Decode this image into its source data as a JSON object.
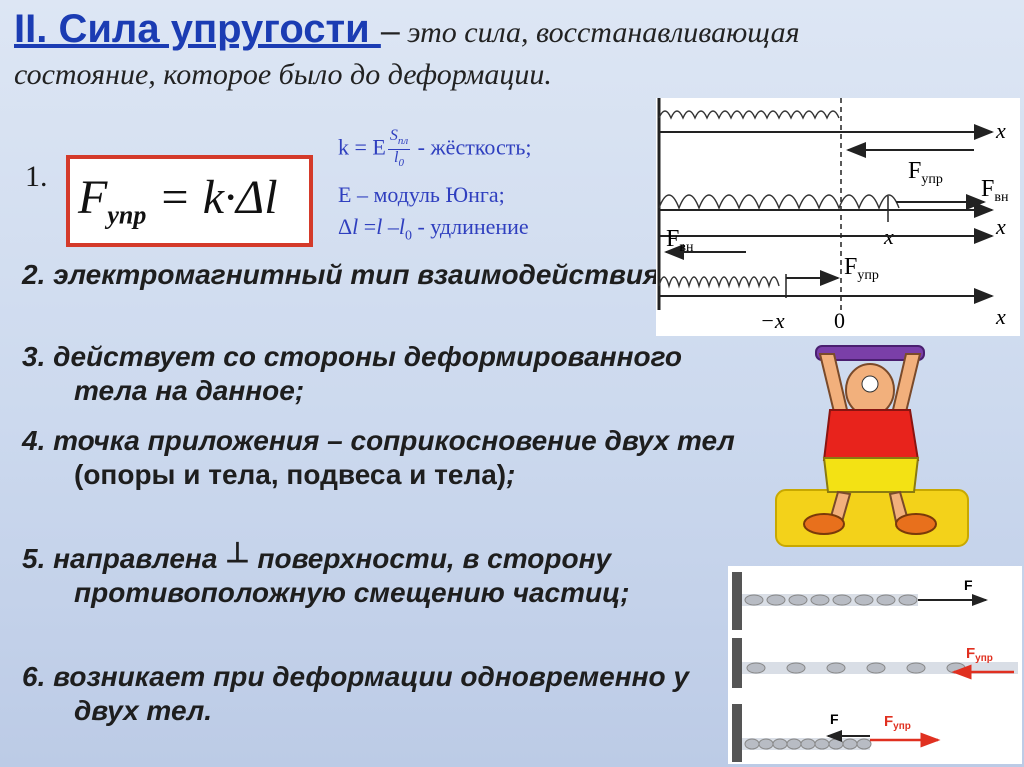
{
  "title": {
    "heading": "II. Сила упругости ",
    "dash": "–",
    "definition": " это сила, восстанавливающая состояние, которое было до деформации."
  },
  "formula": {
    "number": "1.",
    "lhs": "F",
    "lhs_sub": "упр",
    "eq": " = ",
    "rhs": "k·Δl"
  },
  "notes": {
    "line1_a": "k = E",
    "frac_top": "S",
    "frac_top_sub": "пл",
    "frac_bot": "l",
    "frac_bot_sub": "0",
    "line1_b": " - жёсткость;",
    "line2": "E – модуль Юнга;",
    "line3_a": "Δ",
    "line3_l": "l",
    "line3_b": " =",
    "line3_l2": "l",
    "line3_c": " –",
    "line3_l0": "l",
    "line3_sub": "0",
    "line3_d": " - удлинение"
  },
  "items": [
    {
      "text": "2. электромагнитный тип взаимодействия;"
    },
    {
      "text": "3. действует со стороны деформированного тела на данное;"
    },
    {
      "a": "4. точка приложения – соприкосновение двух тел ",
      "b": "(опоры и тела, подвеса и тела)",
      "c": ";"
    },
    {
      "a": "5. направлена ",
      "sym": "⊥",
      "b": " поверхности, в сторону противоположную смещению частиц;"
    },
    {
      "text": "6. возникает при деформации одновременно у двух тел."
    }
  ],
  "spring_diagram": {
    "x": "x",
    "Fupr": "F",
    "Fupr_sub": "упр",
    "Fvn": "F",
    "Fvn_sub": "вн",
    "neg_x": "−x",
    "zero": "0"
  },
  "particles_diagram": {
    "F": "F",
    "Fupr": "F",
    "Fupr_sub": "упр"
  },
  "colors": {
    "heading": "#1b3cb3",
    "formula_border": "#d43a2a",
    "notes": "#2f3fbf"
  }
}
